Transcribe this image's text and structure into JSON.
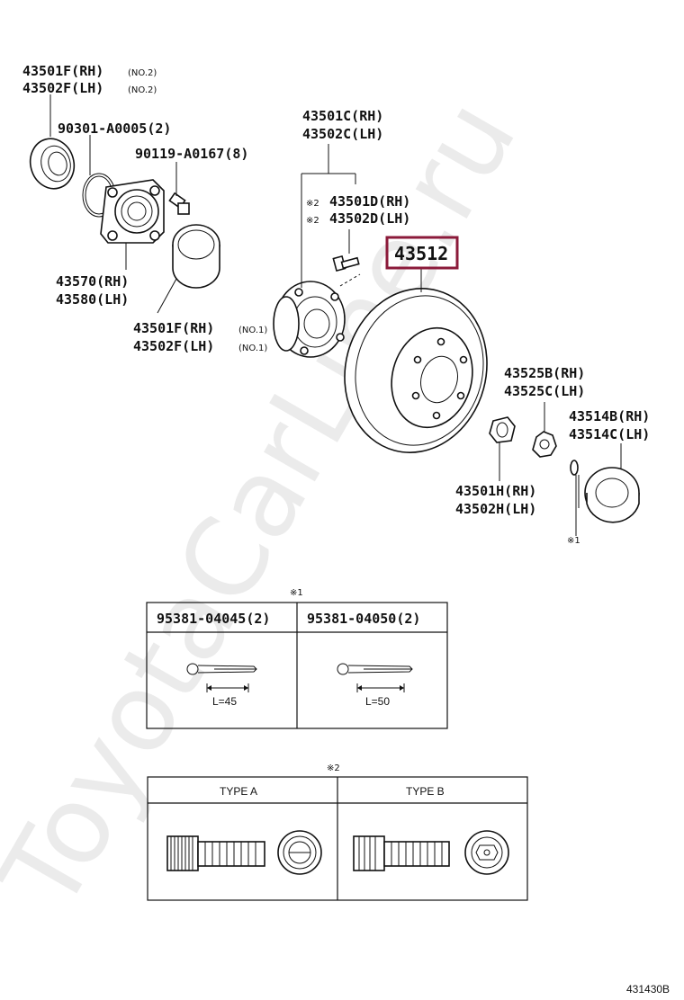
{
  "labels": {
    "l01": "43501F(RH)",
    "l01s": "(NO.2)",
    "l02": "43502F(LH)",
    "l02s": "(NO.2)",
    "l03": "90301-A0005(2)",
    "l04": "90119-A0167(8)",
    "l05": "43570(RH)",
    "l06": "43580(LH)",
    "l07": "43501F(RH)",
    "l07s": "(NO.1)",
    "l08": "43502F(LH)",
    "l08s": "(NO.1)",
    "l09": "43501C(RH)",
    "l10": "43502C(LH)",
    "l11mark": "※2",
    "l11": "43501D(RH)",
    "l12mark": "※2",
    "l12": "43502D(LH)",
    "l13": "43512",
    "l14": "43525B(RH)",
    "l15": "43525C(LH)",
    "l16": "43514B(RH)",
    "l17": "43514C(LH)",
    "l18": "43501H(RH)",
    "l19": "43502H(LH)",
    "l20": "※1"
  },
  "table1": {
    "mark": "※1",
    "headers": [
      "95381-04045(2)",
      "95381-04050(2)"
    ],
    "lengths": [
      "L=45",
      "L=50"
    ]
  },
  "table2": {
    "mark": "※2",
    "headers": [
      "TYPE A",
      "TYPE B"
    ]
  },
  "footer_code": "431430B",
  "watermark": "ToyotaCarLine.ru",
  "highlight_color": "#8b1a3a"
}
